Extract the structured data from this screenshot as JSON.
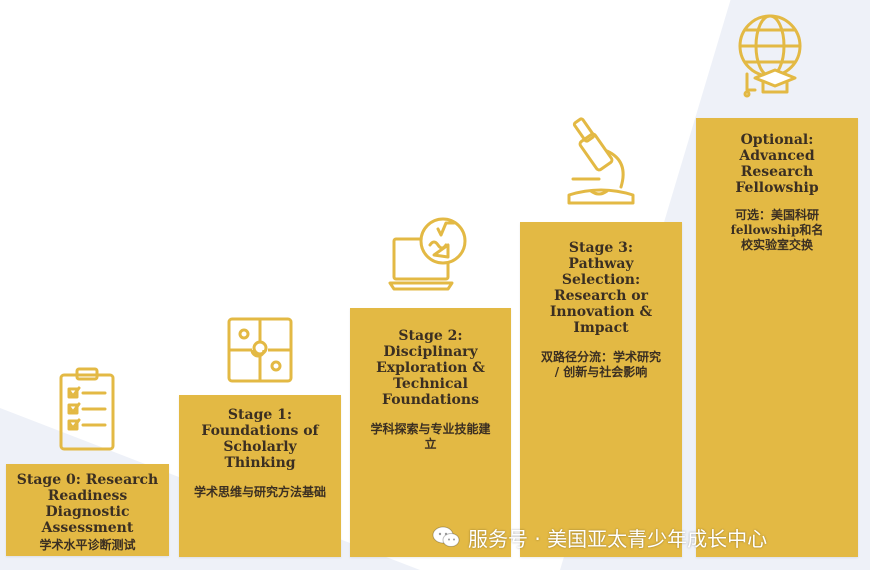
{
  "stages": [
    {
      "title": "Stage 0: Research Readiness Diagnostic Assessment",
      "cn": "学术水平诊断测试",
      "icon": "clipboard-checklist-icon"
    },
    {
      "title": "Stage 1: Foundations of Scholarly Thinking",
      "cn": "学术思维与研究方法基础",
      "icon": "puzzle-icon"
    },
    {
      "title": "Stage 2: Disciplinary Exploration & Technical Foundations",
      "cn": "学科探索与专业技能建立",
      "icon": "laptop-math-icon"
    },
    {
      "title": "Stage 3: Pathway Selection: Research or Innovation & Impact",
      "cn": "双路径分流：学术研究 / 创新与社会影响",
      "icon": "microscope-icon"
    },
    {
      "title": "Optional: Advanced Research Fellowship",
      "cn": "可选：美国科研fellowship和名校实验室交换",
      "icon": "globe-graduation-cap-icon"
    }
  ],
  "watermark": {
    "text": "服务号 · 美国亚太青少年成长中心",
    "icon": "wechat-icon"
  },
  "colors": {
    "step_fill": "#e3b944",
    "text": "#3b2f22",
    "icon_stroke": "#e3b944"
  }
}
